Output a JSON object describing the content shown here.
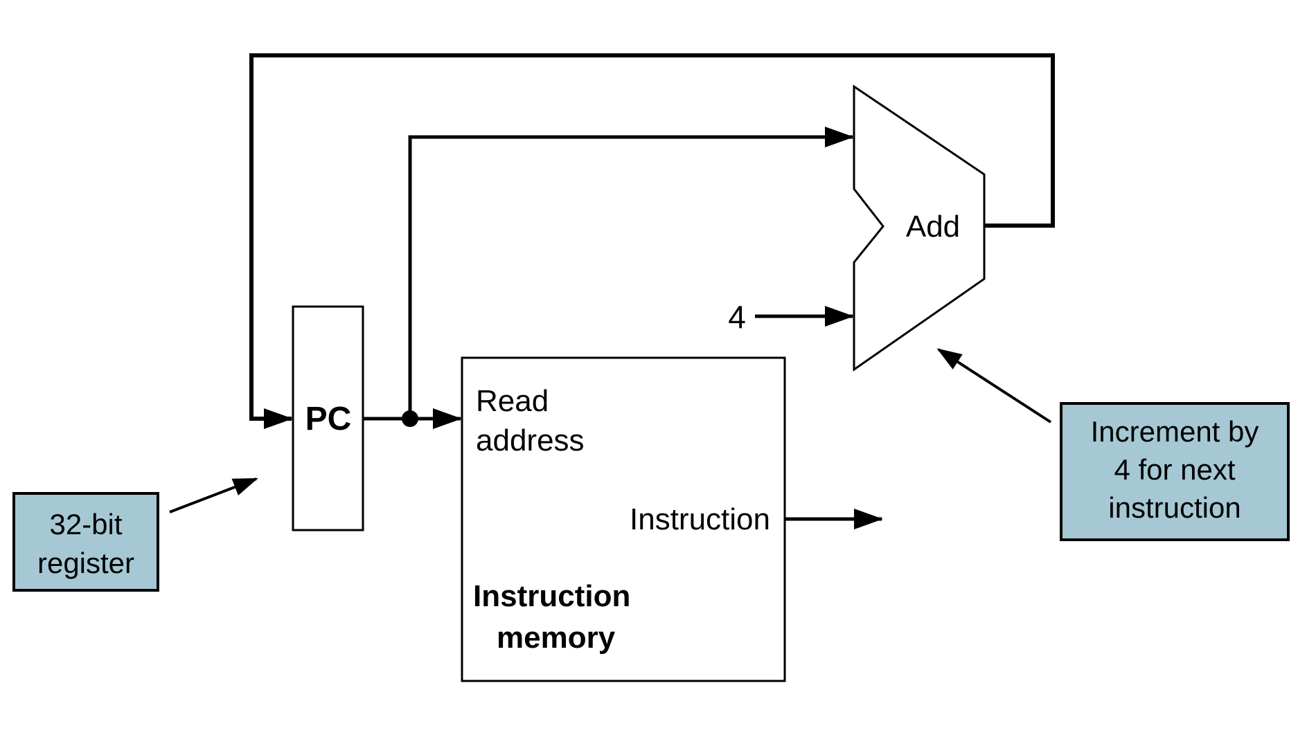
{
  "diagram": {
    "kind": "cpu-instruction-fetch-datapath",
    "components": {
      "pc": {
        "label": "PC"
      },
      "instruction_memory": {
        "port_read_address": {
          "lines": [
            "Read",
            "address"
          ]
        },
        "port_instruction": "Instruction",
        "name": {
          "lines": [
            "Instruction",
            "memory"
          ]
        }
      },
      "adder": {
        "label": "Add",
        "constant_input": "4"
      }
    },
    "callouts": {
      "register": {
        "lines": [
          "32-bit",
          "register"
        ]
      },
      "increment": {
        "lines": [
          "Increment by",
          "4 for next",
          "instruction"
        ]
      }
    },
    "colors": {
      "callout_fill": "#a5c8d4",
      "callout_border": "#000000",
      "line": "#000000",
      "background": "#ffffff"
    }
  }
}
